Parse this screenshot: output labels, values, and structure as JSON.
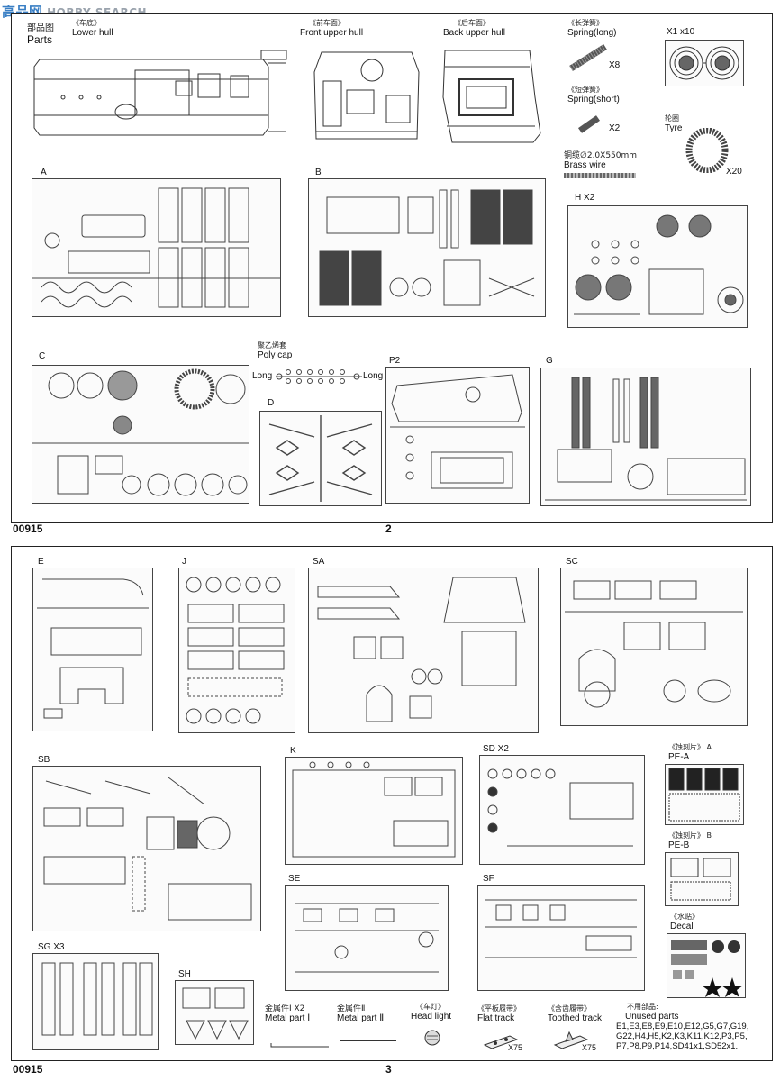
{
  "watermark": {
    "left": "高品网",
    "right": "HOBBY SEARCH"
  },
  "page2": {
    "code": "00915",
    "page_number": "2",
    "header": {
      "cn": "部品图",
      "en": "Parts"
    },
    "items": {
      "lower_hull": {
        "cn": "《车底》",
        "en": "Lower hull"
      },
      "front_upper_hull": {
        "cn": "《前车面》",
        "en": "Front upper hull"
      },
      "back_upper_hull": {
        "cn": "《后车面》",
        "en": "Back upper hull"
      },
      "spring_long": {
        "cn": "《长弹簧》",
        "en": "Spring(long)",
        "qty": "X8"
      },
      "spring_short": {
        "cn": "《短弹簧》",
        "en": "Spring(short)",
        "qty": "X2"
      },
      "x1": {
        "label": "X1 x10"
      },
      "tyre": {
        "cn": "轮圈",
        "en": "Tyre",
        "qty": "X20"
      },
      "brass_wire": {
        "cn": "铜缆∅2.0X550mm",
        "en": "Brass wire"
      },
      "poly_cap": {
        "cn": "聚乙烯套",
        "en": "Poly cap",
        "long_left": "Long",
        "long_right": "Long"
      }
    },
    "sprues": {
      "A": "A",
      "B": "B",
      "H": "H X2",
      "C": "C",
      "D": "D",
      "P2": "P2",
      "G": "G"
    }
  },
  "page3": {
    "code": "00915",
    "page_number": "3",
    "sprues": {
      "E": "E",
      "J": "J",
      "SA": "SA",
      "SC": "SC",
      "SB": "SB",
      "K": "K",
      "SD": "SD X2",
      "SE": "SE",
      "SF": "SF",
      "SG": "SG X3",
      "SH": "SH"
    },
    "pe_a": {
      "cn": "《蚀刻片》 A",
      "en": "PE-A"
    },
    "pe_b": {
      "cn": "《蚀刻片》 B",
      "en": "PE-B"
    },
    "decal": {
      "cn": "《水贴》",
      "en": "Decal"
    },
    "metal1": {
      "cn": "金属件Ⅰ X2",
      "en": "Metal part Ⅰ"
    },
    "metal2": {
      "cn": "金属件Ⅱ",
      "en": "Metal part Ⅱ"
    },
    "headlight": {
      "cn": "《车灯》",
      "en": "Head light"
    },
    "flat_track": {
      "cn": "《平板履带》",
      "en": "Flat track",
      "qty": "X75"
    },
    "toothed_track": {
      "cn": "《含齿履带》",
      "en": "Toothed track",
      "qty": "X75"
    },
    "unused": {
      "cn": "不用部品:",
      "en": "Unused parts",
      "line1": "E1,E3,E8,E9,E10,E12,G5,G7,G19,",
      "line2": "G22,H4,H5,K2,K3,K11,K12,P3,P5,",
      "line3": "P7,P8,P9,P14,SD41x1,SD52x1."
    }
  }
}
